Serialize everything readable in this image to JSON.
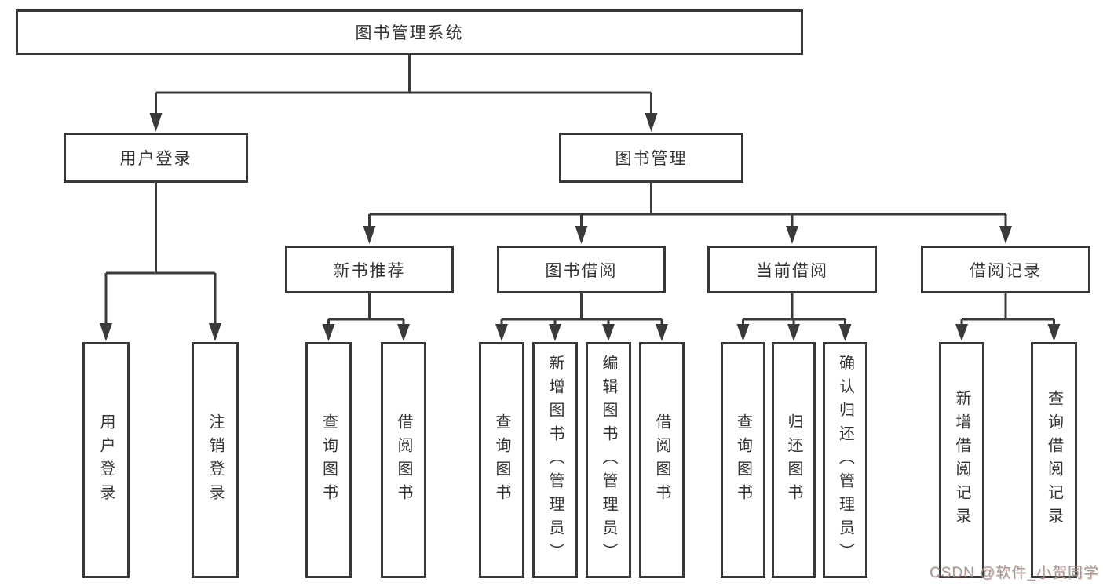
{
  "tree": {
    "label": "图书管理系统",
    "children": [
      {
        "label": "用户登录",
        "leaves": [
          "用户登录",
          "注销登录"
        ]
      },
      {
        "label": "图书管理",
        "children": [
          {
            "label": "新书推荐",
            "leaves": [
              "查询图书",
              "借阅图书"
            ]
          },
          {
            "label": "图书借阅",
            "leaves": [
              "查询图书",
              "新增图书（管理员）",
              "编辑图书（管理员）",
              "借阅图书"
            ]
          },
          {
            "label": "当前借阅",
            "leaves": [
              "查询图书",
              "归还图书",
              "确认归还（管理员）"
            ]
          },
          {
            "label": "借阅记录",
            "leaves": [
              "新增借阅记录",
              "查询借阅记录"
            ]
          }
        ]
      }
    ]
  },
  "watermark": "CSDN @软件_小贺同学",
  "colors": {
    "line": "#3a3a3a",
    "border": "#383838",
    "text": "#333333",
    "background": "#ffffff",
    "watermark_text": "#9c9c9c"
  }
}
